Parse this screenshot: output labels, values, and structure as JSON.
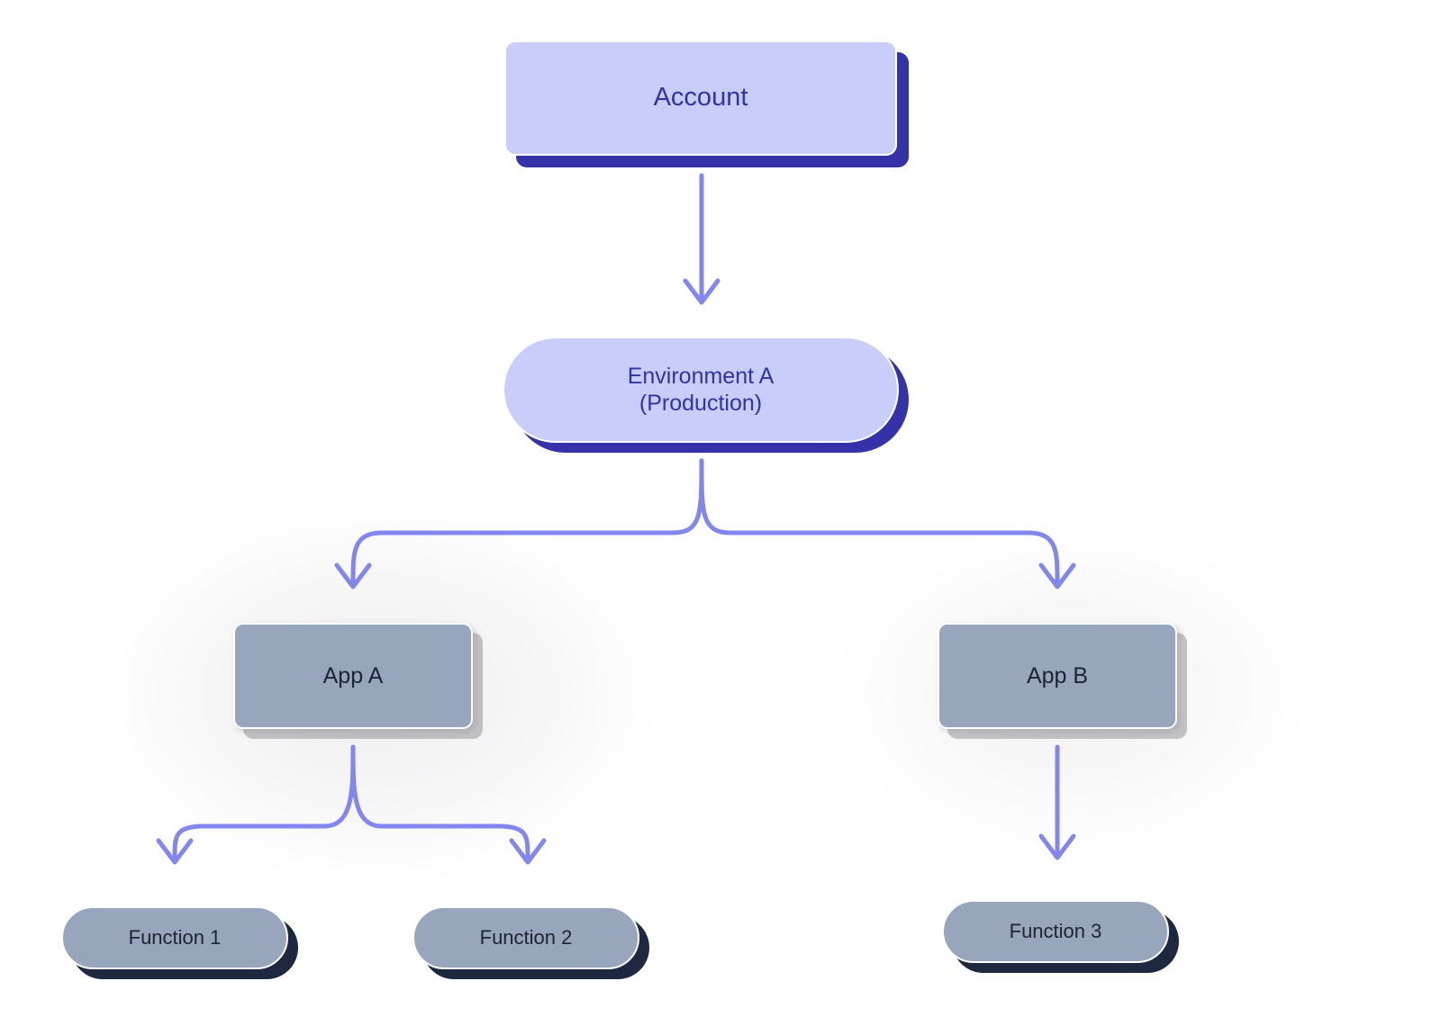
{
  "diagram": {
    "title": "Account / Environment / App / Function hierarchy",
    "background_color": "#ffffff",
    "edge_color": "#8286ef",
    "palette": {
      "indigo_fill": "#c8cdfa",
      "indigo_text": "#3531a8",
      "indigo_shadow": "#3531a8",
      "slate_fill": "#97a5bd",
      "slate_text": "#1d2433",
      "slate_shadow": "#1e2841",
      "app_shadow": "#969697",
      "node_border": "#ffffff"
    },
    "nodes": [
      {
        "id": "account",
        "label": "Account",
        "shape": "rounded-rectangle",
        "style": "indigo",
        "level": 0
      },
      {
        "id": "environment-a",
        "label": "Environment A\n(Production)",
        "shape": "stadium",
        "style": "indigo",
        "level": 1
      },
      {
        "id": "app-a",
        "label": "App A",
        "shape": "rounded-rectangle",
        "style": "slate",
        "level": 2
      },
      {
        "id": "app-b",
        "label": "App B",
        "shape": "rounded-rectangle",
        "style": "slate",
        "level": 2
      },
      {
        "id": "function-1",
        "label": "Function 1",
        "shape": "stadium",
        "style": "slate",
        "level": 3
      },
      {
        "id": "function-2",
        "label": "Function 2",
        "shape": "stadium",
        "style": "slate",
        "level": 3
      },
      {
        "id": "function-3",
        "label": "Function 3",
        "shape": "stadium",
        "style": "slate",
        "level": 3
      }
    ],
    "edges": [
      {
        "from": "account",
        "to": "environment-a",
        "kind": "straight-down"
      },
      {
        "from": "environment-a",
        "to": "app-a",
        "kind": "branch-left"
      },
      {
        "from": "environment-a",
        "to": "app-b",
        "kind": "branch-right"
      },
      {
        "from": "app-a",
        "to": "function-1",
        "kind": "branch-left"
      },
      {
        "from": "app-a",
        "to": "function-2",
        "kind": "branch-right"
      },
      {
        "from": "app-b",
        "to": "function-3",
        "kind": "straight-down"
      }
    ]
  }
}
